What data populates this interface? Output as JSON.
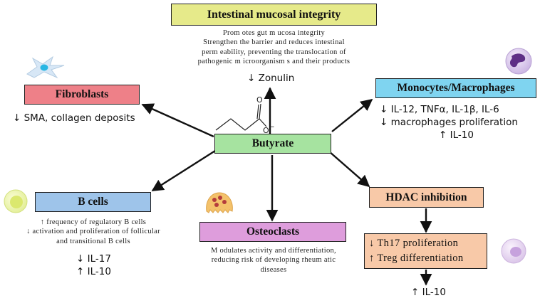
{
  "boxes": {
    "intestinal": "Intestinal mucosal integrity",
    "fibroblasts": "Fibroblasts",
    "monocytes": "Monocytes/Macrophages",
    "butyrate": "Butyrate",
    "bcells": "B cells",
    "osteoclasts": "Osteoclasts",
    "hdac": "HDAC inhibition",
    "th17": "↓ Th17 proliferation",
    "treg": "↑ Treg differentiation"
  },
  "intestinal_text": [
    "Prom otes gut m ucosa integrity",
    "Strengthen the barrier and reduces intestinal",
    "perm eability, preventing the translocation of",
    "pathogenic m icroorganism s and their products"
  ],
  "zonulin": "↓ Zonulin",
  "fibroblast_text": "↓ SMA, collagen deposits",
  "monocyte_text": [
    "↓ IL-12, TNFα, IL-1β, IL-6",
    "↓ macrophages proliferation",
    "↑ IL-10"
  ],
  "bcell_text": [
    "↑ frequency of regulatory B cells",
    "↓ activation and proliferation of follicular",
    "and transitional B cells"
  ],
  "bcell_cytokines": [
    "↓ IL-17",
    "↑ IL-10"
  ],
  "osteoclast_text": [
    "M odulates activity and differentiation,",
    "reducing risk of developing rheum atic",
    "diseases"
  ],
  "treg_result": "↑ IL-10",
  "molecule_charge": "−",
  "molecule_oxygen": "O",
  "colors": {
    "intestinal": "#e6ea8a",
    "fibroblasts": "#ee8088",
    "monocytes": "#7fd4f0",
    "butyrate": "#a6e3a0",
    "bcells": "#9ec4ea",
    "osteoclasts": "#de9ddc",
    "hdac": "#f8c9a8",
    "th17treg": "#f8c9a8"
  },
  "icons": [
    "fibroblast-cell-icon",
    "monocyte-cell-icon",
    "b-cell-icon",
    "osteoclast-cell-icon",
    "treg-cell-icon"
  ]
}
